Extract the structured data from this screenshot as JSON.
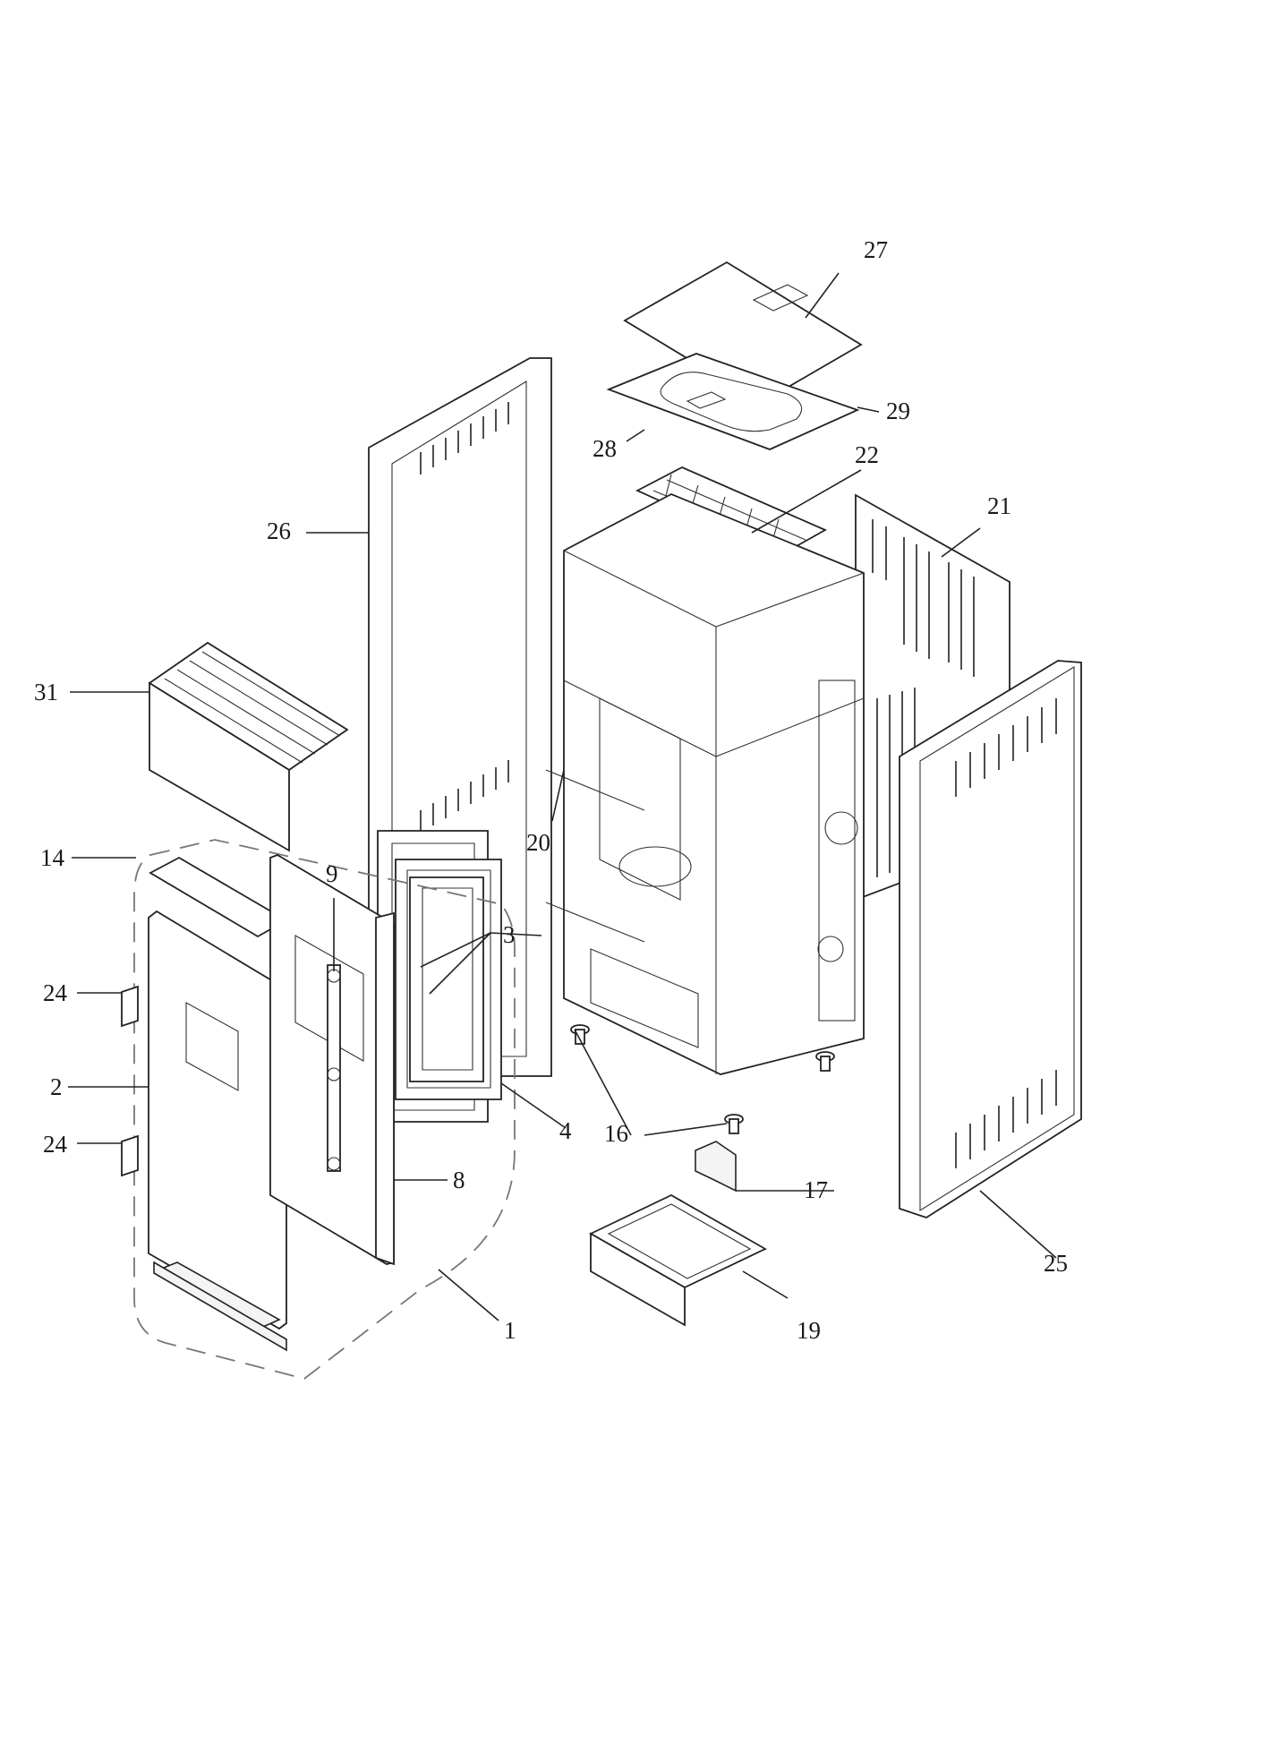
{
  "diagram": {
    "type": "exploded-parts-view",
    "callouts": {
      "p1": "1",
      "p2": "2",
      "p3": "3",
      "p4": "4",
      "p8": "8",
      "p9": "9",
      "p14": "14",
      "p16": "16",
      "p17": "17",
      "p19": "19",
      "p20": "20",
      "p21": "21",
      "p22": "22",
      "p24a": "24",
      "p24b": "24",
      "p25": "25",
      "p26": "26",
      "p27": "27",
      "p28": "28",
      "p29": "29",
      "p31": "31"
    }
  }
}
